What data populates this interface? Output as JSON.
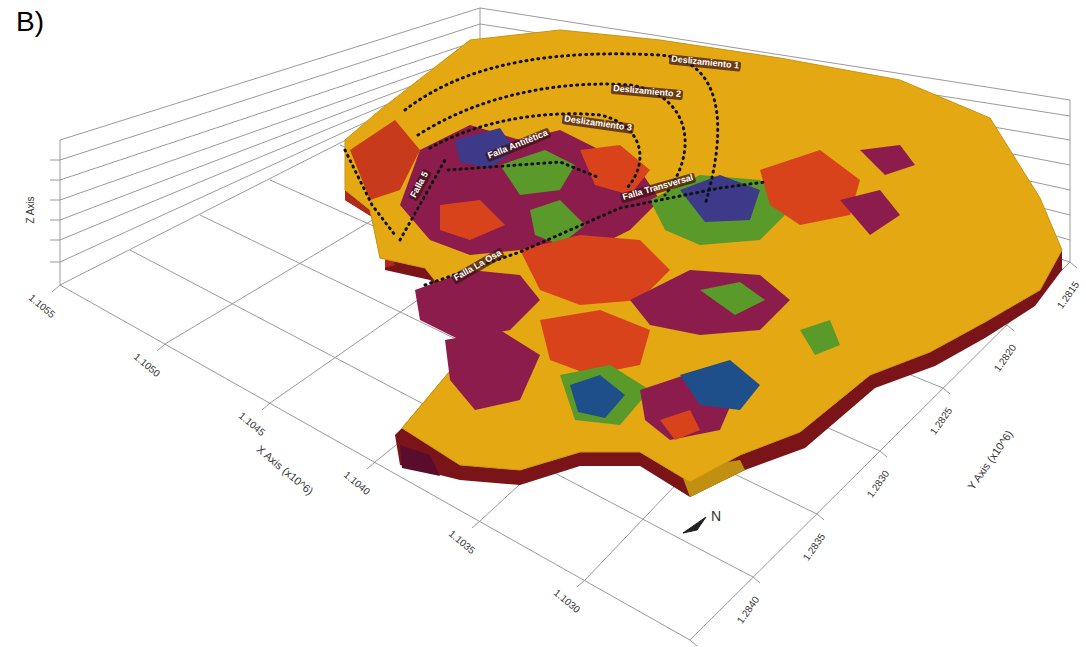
{
  "diagram": {
    "labels": [
      "B)",
      "Deslizamiento 1",
      "Deslizamiento 2",
      "Deslizamiento 3",
      "Falla Antitética",
      "Falla 5",
      "Falla Transversal",
      "Falla La Osa",
      "Z Axis",
      "X Axis (x10^6)",
      "Y Axis (x10^6)",
      "1.1055",
      "1.1050",
      "1.1045",
      "1.1040",
      "1.1035",
      "1.1030",
      "1.2815",
      "1.2820",
      "1.2825",
      "1.2830",
      "1.2835",
      "1.2840",
      "N"
    ]
  }
}
